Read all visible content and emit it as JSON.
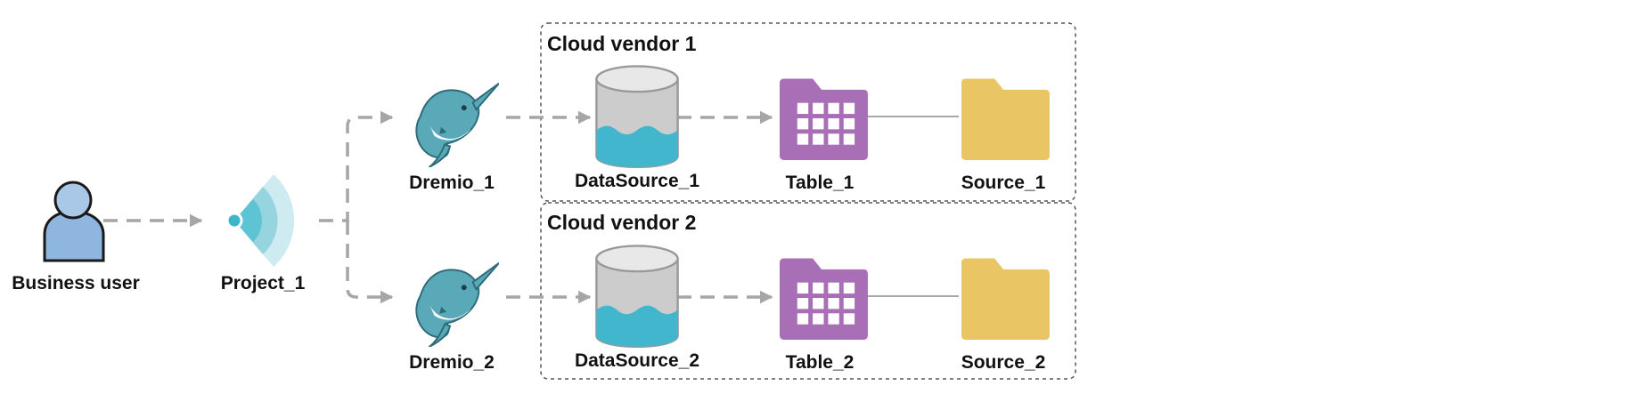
{
  "nodes": {
    "user": "Business user",
    "project": "Project_1",
    "dremio1": "Dremio_1",
    "dremio2": "Dremio_2",
    "ds1": "DataSource_1",
    "ds2": "DataSource_2",
    "table1": "Table_1",
    "table2": "Table_2",
    "source1": "Source_1",
    "source2": "Source_2"
  },
  "groups": {
    "vendor1": "Cloud vendor 1",
    "vendor2": "Cloud vendor 2"
  },
  "colors": {
    "arrow": "#a6a6a6",
    "group_border": "#555555",
    "project_teal": "#3fb5c8",
    "cylinder_gray": "#cccccc",
    "cylinder_water": "#41b6cd",
    "table_purple": "#a86fb6",
    "folder_yellow": "#e9c563",
    "user_blue": "#8fb6de",
    "narwhal": "#5aa9b9"
  },
  "icons": {
    "user": "person-icon",
    "project": "signal-wave-icon",
    "dremio": "narwhal-icon",
    "datasource": "database-cylinder-icon",
    "table": "table-folder-icon",
    "source": "folder-icon"
  }
}
